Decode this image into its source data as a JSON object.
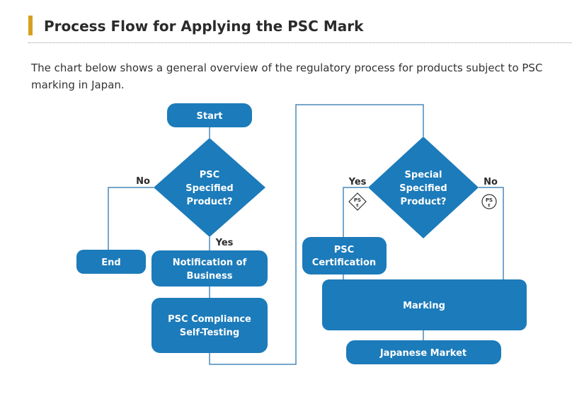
{
  "header": {
    "title": "Process Flow for Applying the PSC Mark",
    "intro": "The chart below shows a general overview of the regulatory process for products subject to PSC marking in Japan."
  },
  "flow": {
    "start": "Start",
    "q_psc_line1": "PSC",
    "q_psc_line2": "Specified",
    "q_psc_line3": "Product?",
    "no_left": "No",
    "yes_down": "Yes",
    "end": "End",
    "notification_line1": "Notification of",
    "notification_line2": "Business",
    "selftest_line1": "PSC Compliance",
    "selftest_line2": "Self-Testing",
    "q_special_line1": "Special",
    "q_special_line2": "Specified",
    "q_special_line3": "Product?",
    "yes_left": "Yes",
    "no_right": "No",
    "certification_line1": "PSC",
    "certification_line2": "Certification",
    "marking": "Marking",
    "market": "Japanese Market",
    "mark_letters_top": "PS",
    "mark_letters_bottom": "E"
  },
  "colors": {
    "node_fill": "#1c7bba",
    "connector": "#4a88b8",
    "accent_bar": "#d6a021"
  }
}
